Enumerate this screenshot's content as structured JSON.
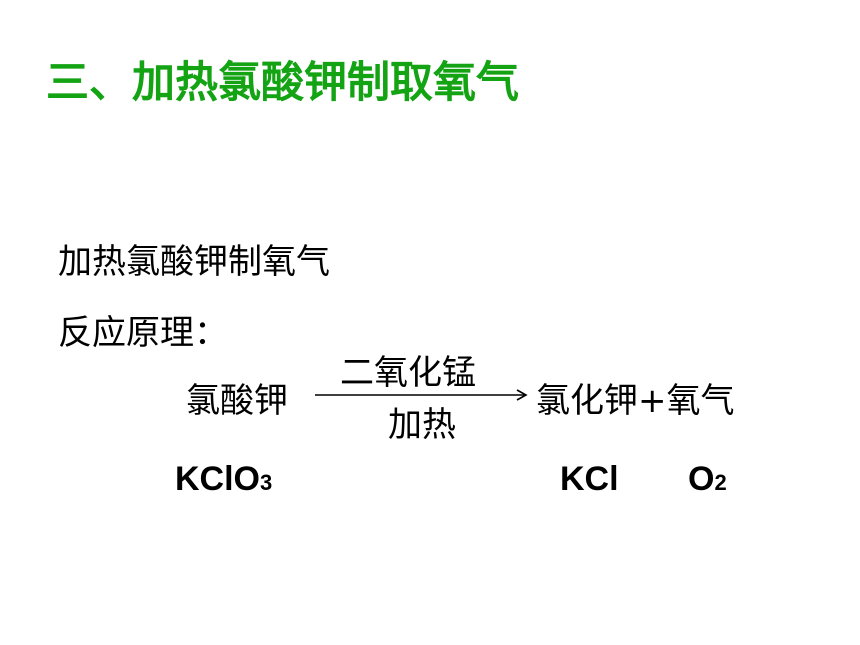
{
  "slide": {
    "title": "三、加热氯酸钾制取氧气",
    "title_color": "#13a313",
    "subheading": "加热氯酸钾制氧气",
    "principle_label": "反应原理："
  },
  "equation": {
    "reactant": "氯酸钾",
    "catalyst": "二氧化锰",
    "condition": "加热",
    "products": "氯化钾+氧气",
    "arrow_icon": "right-arrow"
  },
  "formulas": {
    "kclo3_main": "KClO",
    "kclo3_sub": "3",
    "kcl": "KCl",
    "o2_main": "O",
    "o2_sub": "2"
  }
}
